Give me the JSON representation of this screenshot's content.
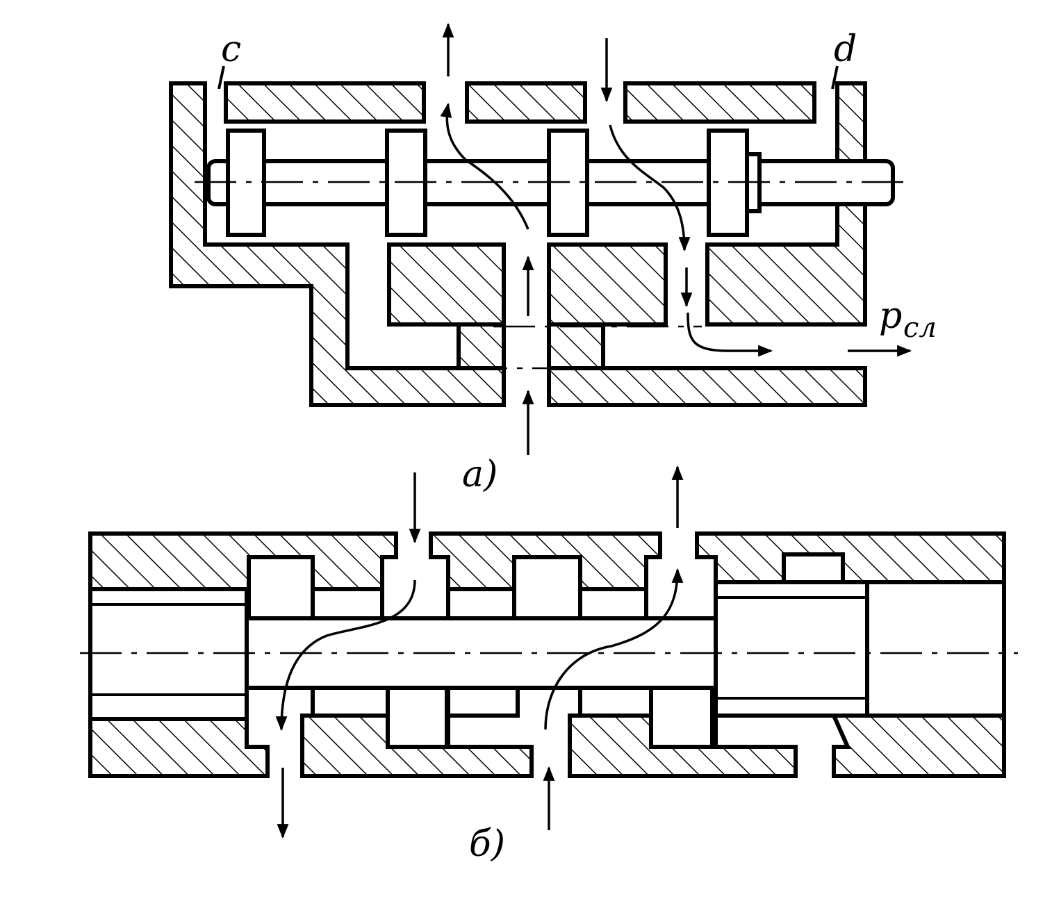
{
  "labels": {
    "port_c": "c",
    "port_d": "d",
    "drain_pressure_main": "p",
    "drain_pressure_sub": "сл",
    "caption_a": "a)",
    "caption_b": "б)"
  },
  "colors": {
    "ink": "#000000",
    "paper": "#ffffff"
  }
}
